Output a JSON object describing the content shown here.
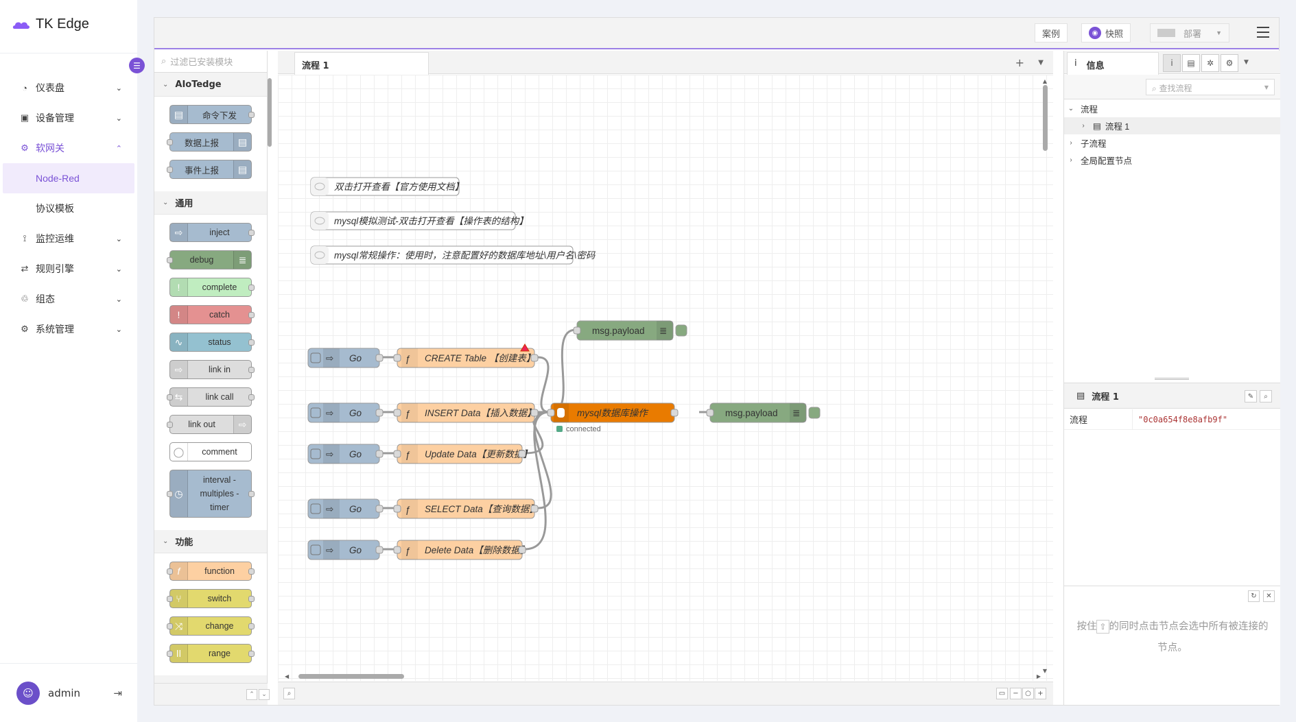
{
  "app": {
    "brand": "TK Edge",
    "nav": [
      {
        "label": "仪表盘",
        "icon": "dashboard-icon"
      },
      {
        "label": "设备管理",
        "icon": "device-icon"
      },
      {
        "label": "软网关",
        "icon": "gateway-icon",
        "active": true,
        "expanded": true
      },
      {
        "label": "监控运维",
        "icon": "monitor-icon"
      },
      {
        "label": "规则引擎",
        "icon": "rule-icon"
      },
      {
        "label": "组态",
        "icon": "config-icon"
      },
      {
        "label": "系统管理",
        "icon": "settings-icon"
      }
    ],
    "subnav": [
      "Node-Red",
      "协议模板"
    ],
    "user": "admin",
    "accent": "#7a52d6"
  },
  "header": {
    "examples": "案例",
    "snapshot": "快照",
    "deploy": "部署"
  },
  "palette": {
    "filter_placeholder": "过滤已安装模块",
    "categories": [
      {
        "name": "AIoTedge",
        "nodes": [
          {
            "label": "命令下发",
            "color": "#a6bbcf"
          },
          {
            "label": "数据上报",
            "color": "#a6bbcf"
          },
          {
            "label": "事件上报",
            "color": "#a6bbcf"
          }
        ]
      },
      {
        "name": "通用",
        "nodes": [
          {
            "label": "inject",
            "color": "#a6bbcf"
          },
          {
            "label": "debug",
            "color": "#87a980"
          },
          {
            "label": "complete",
            "color": "#c0edc0"
          },
          {
            "label": "catch",
            "color": "#e49191"
          },
          {
            "label": "status",
            "color": "#94c1d0"
          },
          {
            "label": "link in",
            "color": "#dddddd"
          },
          {
            "label": "link call",
            "color": "#dddddd"
          },
          {
            "label": "link out",
            "color": "#dddddd"
          },
          {
            "label": "comment",
            "color": "#ffffff"
          },
          {
            "label": "interval -\nmultiples -\ntimer",
            "color": "#a6bbcf"
          }
        ]
      },
      {
        "name": "功能",
        "nodes": [
          {
            "label": "function",
            "color": "#fdd0a2"
          },
          {
            "label": "switch",
            "color": "#e2d96e"
          },
          {
            "label": "change",
            "color": "#e2d96e"
          },
          {
            "label": "range",
            "color": "#e2d96e"
          }
        ]
      }
    ]
  },
  "workspace": {
    "tab": "流程 1",
    "comments": [
      "双击打开查看【官方使用文档】",
      "mysql模拟测试-双击打开查看【操作表的结构】",
      "mysql常规操作：使用时，注意配置好的数据库地址\\用户名\\密码"
    ],
    "inject_label": "Go",
    "functions": [
      "CREATE Table 【创建表】",
      "INSERT Data【插入数据】",
      "Update Data【更新数据】",
      "SELECT Data【查询数据】",
      "Delete Data【删除数据】"
    ],
    "mysql_node": "mysql数据库操作",
    "mysql_status": "connected",
    "debug_label": "msg.payload",
    "colors": {
      "inject": "#a6bbcf",
      "function": "#fdd0a2",
      "mysql": "#e97b00",
      "debug": "#87a980",
      "status_ok": "#5a8"
    }
  },
  "sidebar": {
    "tab": "信息",
    "search_placeholder": "查找流程",
    "tree": [
      "流程",
      "流程 1",
      "子流程",
      "全局配置节点"
    ],
    "props_title": "流程 1",
    "props_key": "流程",
    "props_value": "\"0c0a654f8e8afb9f\"",
    "help_before": "按住",
    "help_key": "⇧",
    "help_after": "的同时点击节点会选中所有被连接的节点。"
  }
}
